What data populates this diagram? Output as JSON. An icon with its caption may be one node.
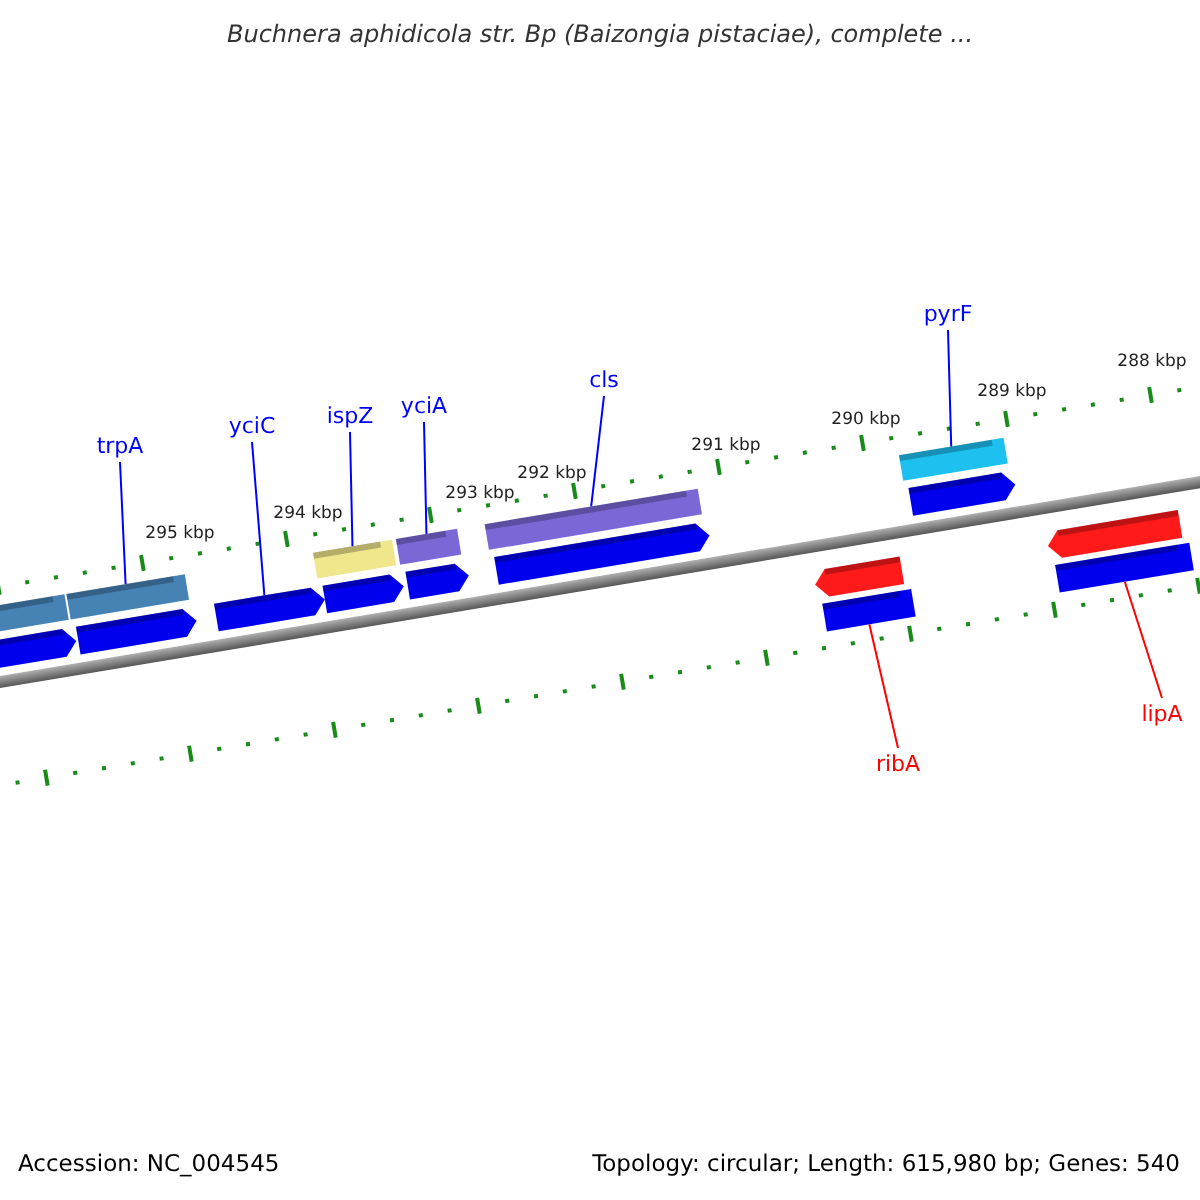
{
  "diagram": {
    "title": "Buchnera aphidicola str. Bp (Baizongia pistaciae), complete ...",
    "nodes": [
      {
        "text": [
          "trpA"
        ]
      },
      {
        "text": [
          "yciC"
        ]
      },
      {
        "text": [
          "ispZ"
        ]
      },
      {
        "text": [
          "yciA"
        ]
      },
      {
        "text": [
          "cls"
        ]
      },
      {
        "text": [
          "pyrF"
        ]
      },
      {
        "text": [
          "ribA"
        ]
      },
      {
        "text": [
          "lipA"
        ]
      },
      {
        "text": [],
        "shape": "bar"
      },
      {
        "text": [],
        "shape": "bar"
      },
      {
        "text": [],
        "shape": "bar"
      },
      {
        "text": [],
        "shape": "bar"
      },
      {
        "text": [],
        "shape": "bar"
      },
      {
        "text": [],
        "shape": "bar"
      },
      {
        "text": [],
        "shape": "bar"
      },
      {
        "text": [],
        "shape": "bar"
      },
      {
        "text": [],
        "shape": "bar"
      }
    ],
    "edges": [
      {
        "from": 0,
        "to": 9,
        "arrow": "none"
      },
      {
        "from": 1,
        "to": 10,
        "arrow": "none"
      },
      {
        "from": 2,
        "to": 11,
        "arrow": "none"
      },
      {
        "from": 3,
        "to": 12,
        "arrow": "none"
      },
      {
        "from": 4,
        "to": 13,
        "arrow": "none"
      },
      {
        "from": 5,
        "to": 14,
        "arrow": "none"
      },
      {
        "from": 6,
        "to": 15,
        "arrow": "none",
        "color": "#ff0000"
      },
      {
        "from": 7,
        "to": 16,
        "arrow": "none",
        "color": "#ff0000"
      }
    ],
    "labels": [
      "295 kbp",
      "294 kbp",
      "293 kbp",
      "292 kbp",
      "291 kbp",
      "290 kbp",
      "289 kbp",
      "288 kbp",
      "Accession: NC_004545",
      "Topology: circular; Length: 615,980 bp; Genes: 540"
    ]
  }
}
